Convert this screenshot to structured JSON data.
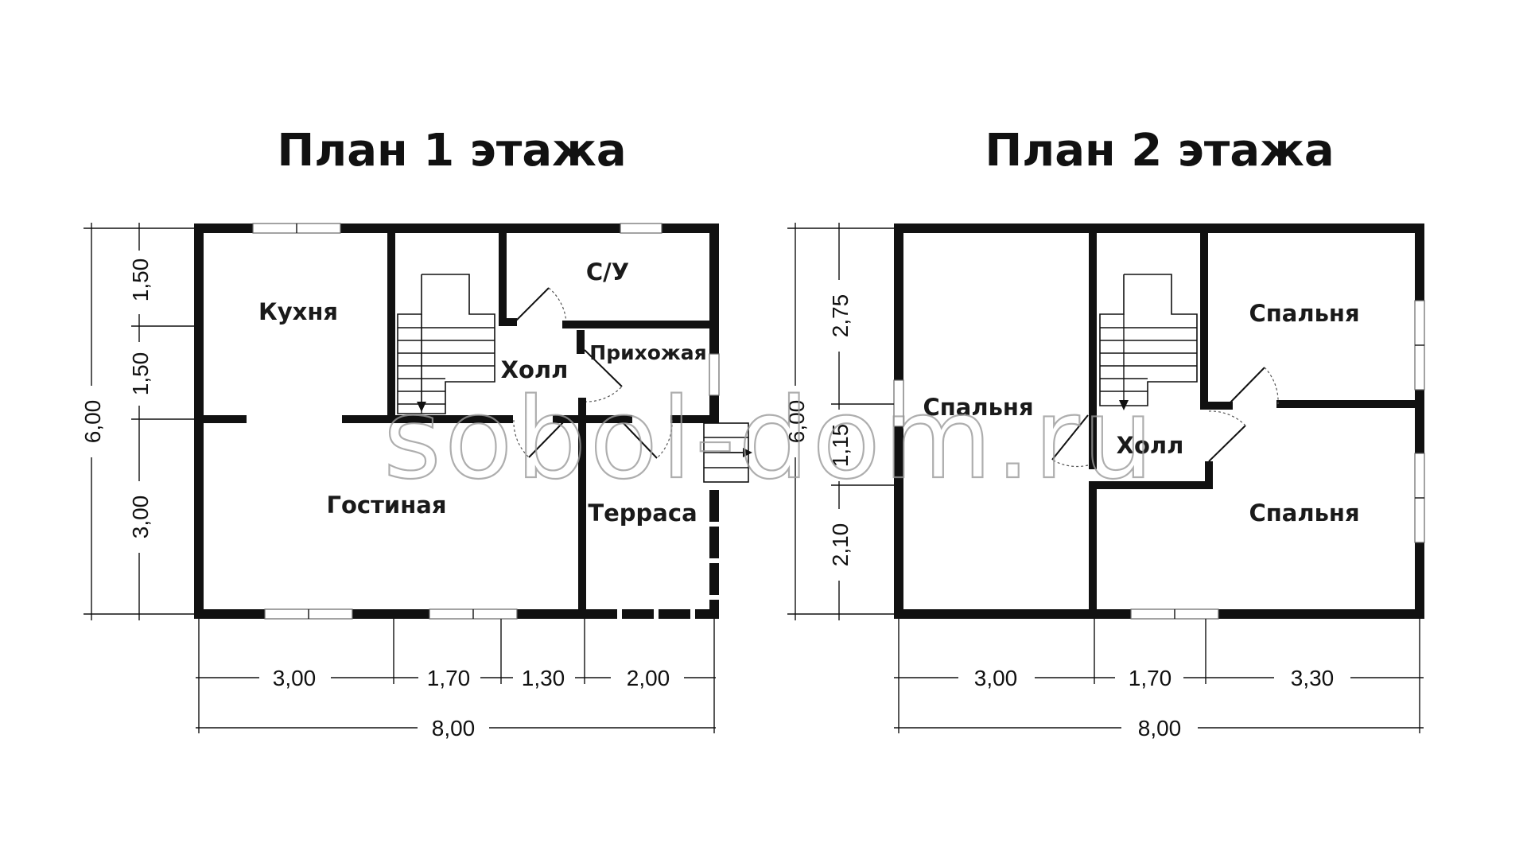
{
  "floor1": {
    "title": "План 1 этажа",
    "rooms": {
      "kitchen": "Кухня",
      "bathroom": "С/У",
      "hall": "Холл",
      "entrance": "Прихожая",
      "living": "Гостиная",
      "terrace": "Терраса"
    },
    "dims_bottom": [
      "3,00",
      "1,70",
      "1,30",
      "2,00"
    ],
    "dim_total": "8,00",
    "dims_left": [
      "1,50",
      "1,50",
      "3,00"
    ],
    "dim_height": "6,00"
  },
  "floor2": {
    "title": "План 2 этажа",
    "rooms": {
      "bedroom_left": "Спальня",
      "bedroom_top_right": "Спальня",
      "bedroom_bottom_right": "Спальня",
      "hall": "Холл"
    },
    "dims_bottom": [
      "3,00",
      "1,70",
      "3,30"
    ],
    "dim_total": "8,00",
    "dims_left": [
      "2,75",
      "1,15",
      "2,10"
    ],
    "dim_height": "6,00"
  },
  "watermark": "sobol-dom.ru"
}
